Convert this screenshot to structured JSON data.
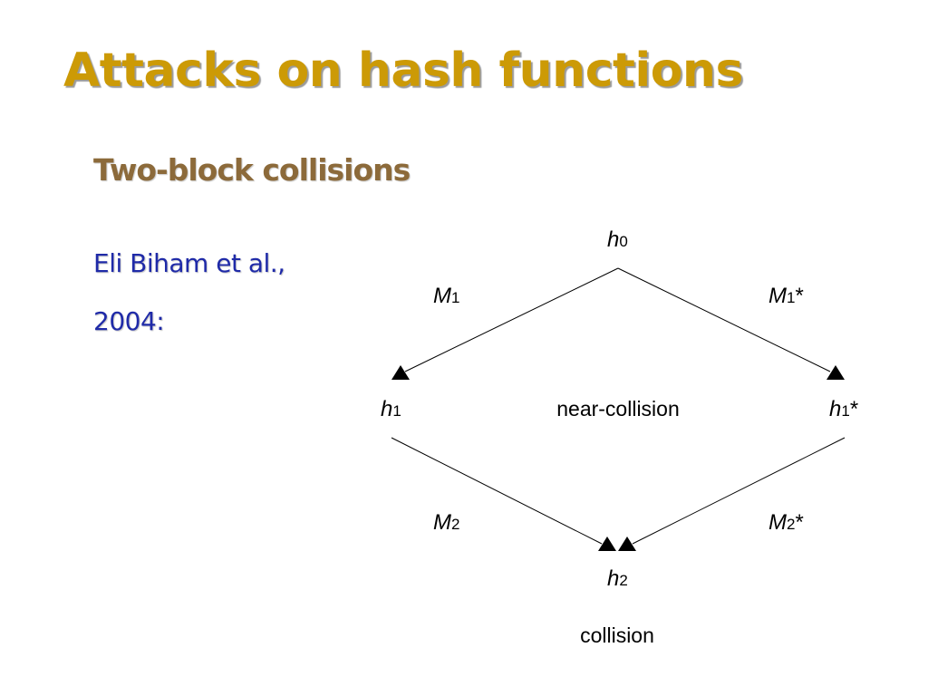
{
  "slide": {
    "title": "Attacks on hash functions",
    "subtitle": "Two-block collisions",
    "author_line": "Eli Biham et al.,",
    "year_line": "2004:"
  },
  "diagram": {
    "nodes": {
      "h0": {
        "base": "h",
        "sub": "0",
        "suffix": ""
      },
      "h1": {
        "base": "h",
        "sub": "1",
        "suffix": ""
      },
      "h1_star": {
        "base": "h",
        "sub": "1",
        "suffix": "*"
      },
      "h2": {
        "base": "h",
        "sub": "2",
        "suffix": ""
      }
    },
    "edges": {
      "m1": {
        "base": "M",
        "sub": "1",
        "suffix": ""
      },
      "m1_star": {
        "base": "M",
        "sub": "1",
        "suffix": "*"
      },
      "m2": {
        "base": "M",
        "sub": "2",
        "suffix": ""
      },
      "m2_star": {
        "base": "M",
        "sub": "2",
        "suffix": "*"
      }
    },
    "near_collision_label": "near-collision",
    "collision_label": "collision",
    "line_color": "#000000"
  },
  "colors": {
    "title": "#cc9a06",
    "subtitle": "#8c6a3a",
    "body": "#1f2aa8"
  }
}
